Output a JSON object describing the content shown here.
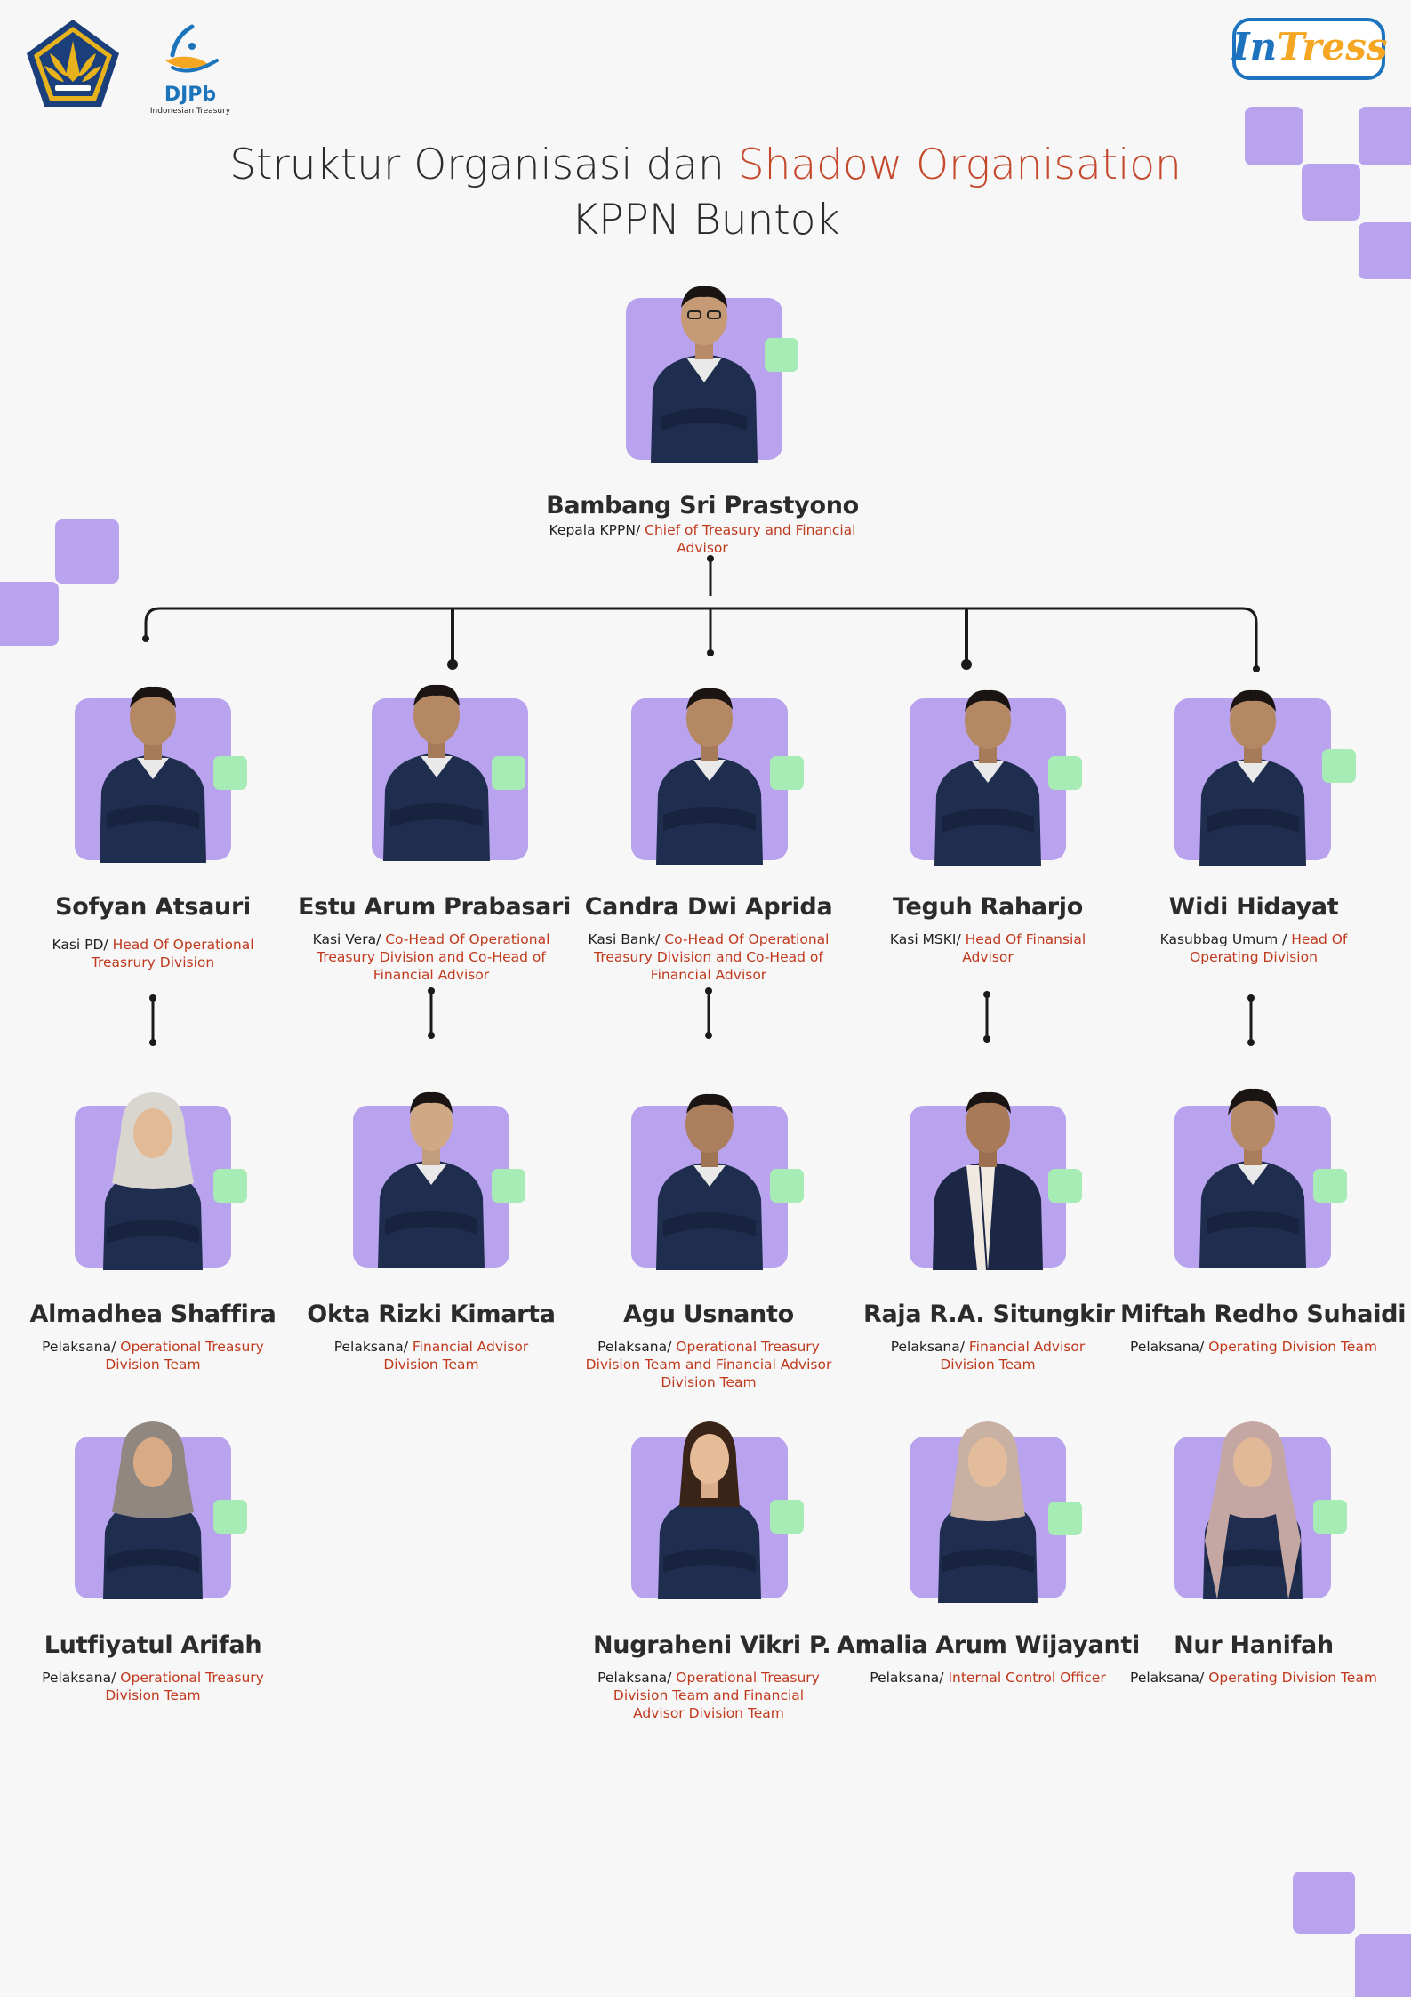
{
  "title": {
    "line1_prefix": "Struktur Organisasi dan ",
    "line1_accent": "Shadow Organisation",
    "line2": "KPPN Buntok"
  },
  "logos": {
    "djpb_name": "DJPb",
    "djpb_subtitle": "Indonesian Treasury",
    "intress_prefix": "In",
    "intress_rest": "Tress"
  },
  "colors": {
    "accent_red": "#c4482c",
    "photo_purple": "#b9a2ee",
    "tag_green": "#a6ecb4",
    "shirt_navy": "#1f2d4e"
  },
  "head": {
    "name": "Bambang Sri Prastyono",
    "role_id": "Kepala KPPN/ ",
    "role_en": "Chief of Treasury and Financial Advisor"
  },
  "heads": [
    {
      "name": "Sofyan Atsauri",
      "role_id": "Kasi PD/ ",
      "role_en": "Head Of Operational Treasrury Division"
    },
    {
      "name": "Estu Arum Prabasari",
      "role_id": "Kasi Vera/ ",
      "role_en": "Co-Head Of Operational Treasury Division and Co-Head of Financial Advisor"
    },
    {
      "name": "Candra Dwi Aprida",
      "role_id": "Kasi Bank/ ",
      "role_en": "Co-Head Of Operational Treasury Division and Co-Head of Financial Advisor"
    },
    {
      "name": "Teguh Raharjo",
      "role_id": "Kasi MSKI/ ",
      "role_en": "Head Of Finansial Advisor"
    },
    {
      "name": "Widi Hidayat",
      "role_id": "Kasubbag Umum / ",
      "role_en": "Head Of Operating Division"
    }
  ],
  "staff_row1": [
    {
      "name": "Almadhea Shaffira",
      "role_id": "Pelaksana/ ",
      "role_en": "Operational Treasury Division Team"
    },
    {
      "name": "Okta Rizki Kimarta",
      "role_id": "Pelaksana/ ",
      "role_en": "Financial Advisor Division Team"
    },
    {
      "name": "Agu Usnanto",
      "role_id": "Pelaksana/ ",
      "role_en": "Operational Treasury Division Team and Financial Advisor Division Team"
    },
    {
      "name": "Raja R.A. Situngkir",
      "role_id": "Pelaksana/ ",
      "role_en": "Financial Advisor Division Team"
    },
    {
      "name": "Miftah Redho Suhaidi",
      "role_id": "Pelaksana/ ",
      "role_en": "Operating Division Team"
    }
  ],
  "staff_row2": [
    {
      "name": "Lutfiyatul Arifah",
      "role_id": "Pelaksana/ ",
      "role_en": "Operational Treasury Division Team"
    },
    {
      "name": "Nugraheni Vikri P.",
      "role_id": "Pelaksana/ ",
      "role_en": "Operational Treasury Division Team and Financial Advisor Division Team"
    },
    {
      "name": "Amalia Arum Wijayanti",
      "role_id": "Pelaksana/ ",
      "role_en": "Internal Control Officer"
    },
    {
      "name": "Nur Hanifah",
      "role_id": "Pelaksana/ ",
      "role_en": "Operating Division Team"
    }
  ]
}
